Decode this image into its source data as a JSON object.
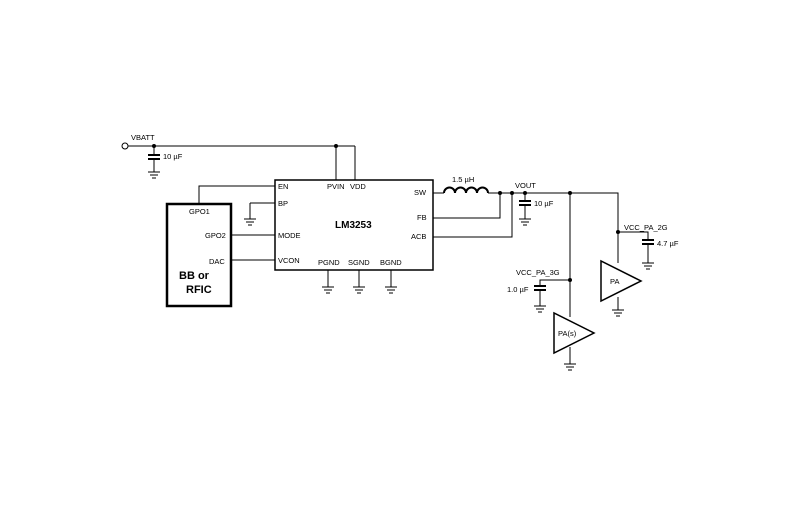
{
  "ic": {
    "name": "LM3253",
    "pins_left": [
      "EN",
      "BP",
      "MODE",
      "VCON"
    ],
    "pins_top": [
      "PVIN",
      "VDD"
    ],
    "pins_right": [
      "SW",
      "FB",
      "ACB"
    ],
    "pins_bottom": [
      "PGND",
      "SGND",
      "BGND"
    ]
  },
  "controller": {
    "line1": "BB or",
    "line2": "RFIC",
    "pins": [
      "GPO1",
      "GPO2",
      "DAC"
    ]
  },
  "nets": {
    "vbatt": "VBATT",
    "vout": "VOUT",
    "vcc_pa_2g": "VCC_PA_2G",
    "vcc_pa_3g": "VCC_PA_3G"
  },
  "components": {
    "c_in": "10 µF",
    "inductor": "1.5 µH",
    "c_out": "10 µF",
    "c_2g": "4.7 µF",
    "c_3g": "1.0 µF"
  },
  "amplifiers": {
    "pa_2g": "PA",
    "pa_3g": "PA(s)"
  }
}
